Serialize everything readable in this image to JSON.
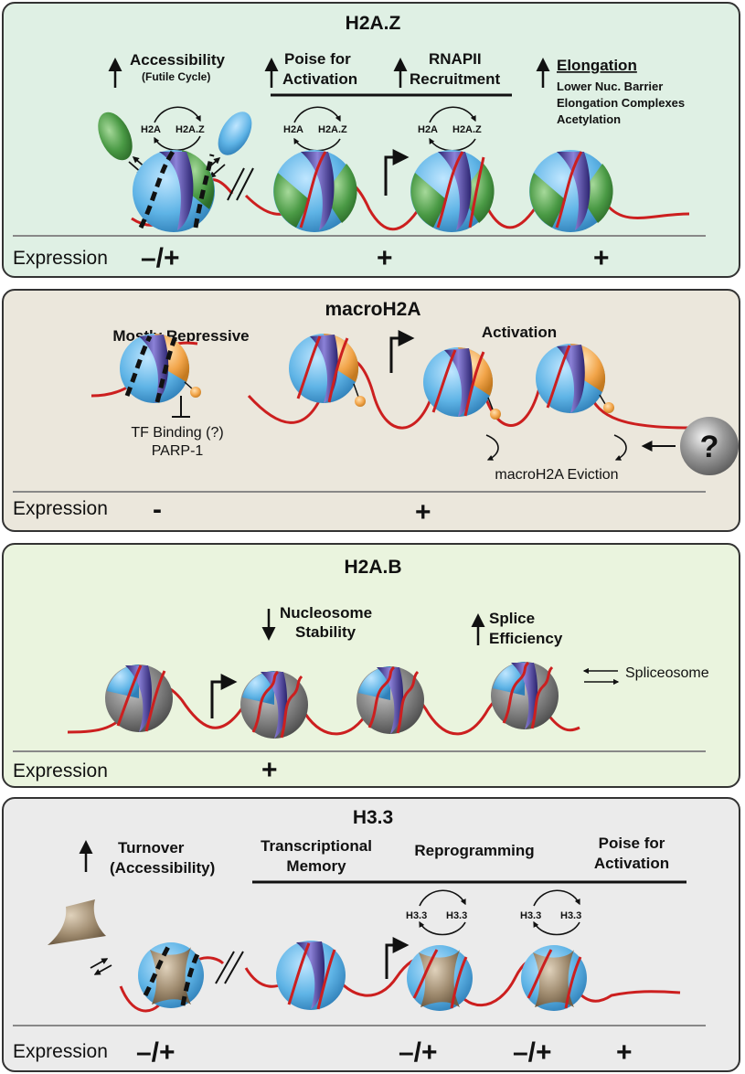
{
  "h2az": {
    "title": "H2A.Z",
    "accessibility": "Accessibility",
    "futile_cycle": "(Futile Cycle)",
    "poise_line1": "Poise for",
    "poise_line2": "Activation",
    "rnapii_line1": "RNAPII",
    "rnapii_line2": "Recruitment",
    "elongation": "Elongation",
    "lower_barrier": "Lower Nuc. Barrier",
    "elongation_complexes": "Elongation Complexes",
    "acetylation": "Acetylation",
    "swap_a": "H2A",
    "swap_b": "H2A.Z",
    "expression_label": "Expression",
    "expr_1": "–/+",
    "expr_2": "+",
    "expr_3": "+"
  },
  "macroh2a": {
    "title": "macroH2A",
    "mostly_repressive": "Mostly Repressive",
    "activation": "Activation",
    "tf_binding": "TF Binding (?)",
    "parp1": "PARP-1",
    "eviction": "macroH2A Eviction",
    "unknown": "?",
    "expression_label": "Expression",
    "expr_1": "-",
    "expr_2": "+"
  },
  "h2ab": {
    "title": "H2A.B",
    "nuc_stability_1": "Nucleosome",
    "nuc_stability_2": "Stability",
    "splice_1": "Splice",
    "splice_2": "Efficiency",
    "spliceosome": "Spliceosome",
    "expression_label": "Expression",
    "expr_1": "+"
  },
  "h33": {
    "title": "H3.3",
    "turnover": "Turnover",
    "accessibility": "(Accessibility)",
    "transcriptional": "Transcriptional",
    "memory": "Memory",
    "reprogramming": "Reprogramming",
    "poise_1": "Poise for",
    "poise_2": "Activation",
    "swap_label": "H3.3",
    "expression_label": "Expression",
    "expr_1": "–/+",
    "expr_2": "–/+",
    "expr_3": "–/+",
    "expr_4": "+"
  },
  "colors": {
    "dna": "#cc1f1f",
    "dimer_blue": "#5fb4e6",
    "h2az_green": "#4a9a45",
    "h3_purple": "#4840a0",
    "macro_orange": "#f2a54a",
    "h2ab_gray": "#7e7e7e",
    "h33_tan": "#a08c70",
    "panel1_bg": "#dff0e4",
    "panel2_bg": "#ebe7dc",
    "panel3_bg": "#eaf4de",
    "panel4_bg": "#ebebeb"
  }
}
